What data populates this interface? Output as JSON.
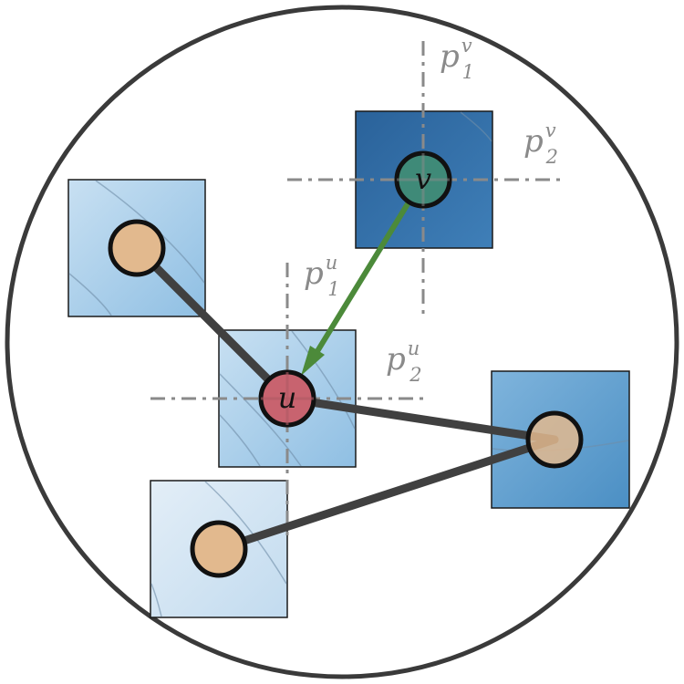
{
  "nodes": {
    "u": {
      "label": "u",
      "color": "#c8636f"
    },
    "v": {
      "label": "v",
      "color": "#3f8a78"
    },
    "neighbor_color": "#e2b98e"
  },
  "labels": {
    "p_u_1": {
      "base": "p",
      "sup": "u",
      "sub": "1"
    },
    "p_u_2": {
      "base": "p",
      "sup": "u",
      "sub": "2"
    },
    "p_v_1": {
      "base": "p",
      "sup": "v",
      "sub": "1"
    },
    "p_v_2": {
      "base": "p",
      "sup": "v",
      "sub": "2"
    }
  },
  "colors": {
    "boundary": "#3a3a3a",
    "edge": "#404040",
    "message_arrow": "#4c8a3a",
    "axis_dash": "#8a8a8a",
    "patch_light": "#cfe2f1",
    "patch_mid": "#a6cce8",
    "patch_strong": "#5b9ccc",
    "patch_dark": "#2e6aa1"
  }
}
